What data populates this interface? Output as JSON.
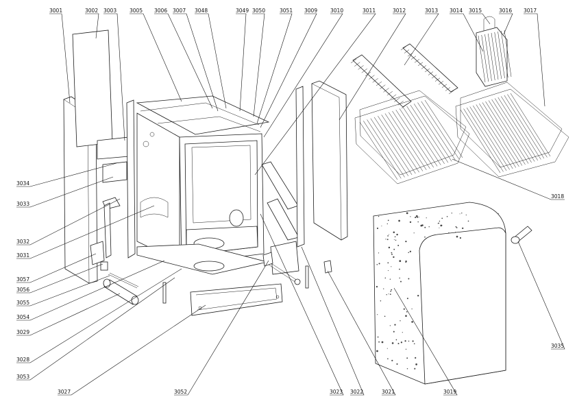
{
  "callouts": [
    {
      "id": "3001",
      "text": "3001"
    },
    {
      "id": "3002",
      "text": "3002"
    },
    {
      "id": "3003",
      "text": "3003"
    },
    {
      "id": "3005",
      "text": "3005"
    },
    {
      "id": "3006",
      "text": "3006"
    },
    {
      "id": "3007",
      "text": "3007"
    },
    {
      "id": "3048",
      "text": "3048"
    },
    {
      "id": "3049",
      "text": "3049"
    },
    {
      "id": "3050",
      "text": "3050"
    },
    {
      "id": "3051",
      "text": "3051"
    },
    {
      "id": "3009",
      "text": "3009"
    },
    {
      "id": "3010",
      "text": "3010"
    },
    {
      "id": "3011",
      "text": "3011"
    },
    {
      "id": "3012",
      "text": "3012"
    },
    {
      "id": "3013",
      "text": "3013"
    },
    {
      "id": "3014",
      "text": "3014"
    },
    {
      "id": "3015",
      "text": "3015"
    },
    {
      "id": "3016",
      "text": "3016"
    },
    {
      "id": "3017",
      "text": "3017"
    },
    {
      "id": "3018",
      "text": "3018"
    },
    {
      "id": "3034",
      "text": "3034"
    },
    {
      "id": "3033",
      "text": "3033"
    },
    {
      "id": "3032",
      "text": "3032"
    },
    {
      "id": "3031",
      "text": "3031"
    },
    {
      "id": "3057",
      "text": "3057"
    },
    {
      "id": "3056",
      "text": "3056"
    },
    {
      "id": "3055",
      "text": "3055"
    },
    {
      "id": "3054",
      "text": "3054"
    },
    {
      "id": "3029",
      "text": "3029"
    },
    {
      "id": "3028",
      "text": "3028"
    },
    {
      "id": "3053",
      "text": "3053"
    },
    {
      "id": "3027",
      "text": "3027"
    },
    {
      "id": "3052",
      "text": "3052"
    },
    {
      "id": "3023",
      "text": "3023"
    },
    {
      "id": "3022",
      "text": "3022"
    },
    {
      "id": "3021",
      "text": "3021"
    },
    {
      "id": "3019",
      "text": "3019"
    },
    {
      "id": "3035",
      "text": "3035"
    }
  ]
}
